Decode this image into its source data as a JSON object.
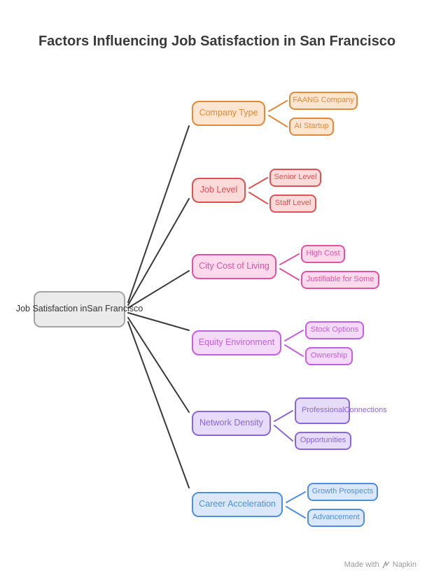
{
  "title": "Factors Influencing Job Satisfaction in San Francisco",
  "root": {
    "label": "Job Satisfaction in San Francisco",
    "lines": [
      "Job Satisfaction in",
      "San Francisco"
    ]
  },
  "branches": [
    {
      "label": "Company Type",
      "color": "#e2893c",
      "fill": "#fde5d0",
      "leaves": [
        {
          "lines": [
            "FAANG Company"
          ]
        },
        {
          "lines": [
            "AI Startup"
          ]
        }
      ]
    },
    {
      "label": "Job Level",
      "color": "#e05252",
      "fill": "#fbdada",
      "leaves": [
        {
          "lines": [
            "Senior Level"
          ]
        },
        {
          "lines": [
            "Staff Level"
          ]
        }
      ]
    },
    {
      "label": "City Cost of Living",
      "color": "#e052a4",
      "fill": "#fcdaec",
      "leaves": [
        {
          "lines": [
            "High Cost"
          ]
        },
        {
          "lines": [
            "Justifiable for Some"
          ]
        }
      ]
    },
    {
      "label": "Equity Environment",
      "color": "#c55ee0",
      "fill": "#f3daf9",
      "leaves": [
        {
          "lines": [
            "Stock Options"
          ]
        },
        {
          "lines": [
            "Ownership"
          ]
        }
      ]
    },
    {
      "label": "Network Density",
      "color": "#8a66de",
      "fill": "#e6dcfa",
      "leaves": [
        {
          "lines": [
            "Professional",
            "Connections"
          ]
        },
        {
          "lines": [
            "Opportunities"
          ]
        }
      ]
    },
    {
      "label": "Career Acceleration",
      "color": "#4f8fe0",
      "fill": "#dbe8fb",
      "leaves": [
        {
          "lines": [
            "Growth Prospects"
          ]
        },
        {
          "lines": [
            "Advancement"
          ]
        }
      ]
    }
  ],
  "watermark": {
    "prefix": "Made with",
    "brand": "Napkin"
  }
}
